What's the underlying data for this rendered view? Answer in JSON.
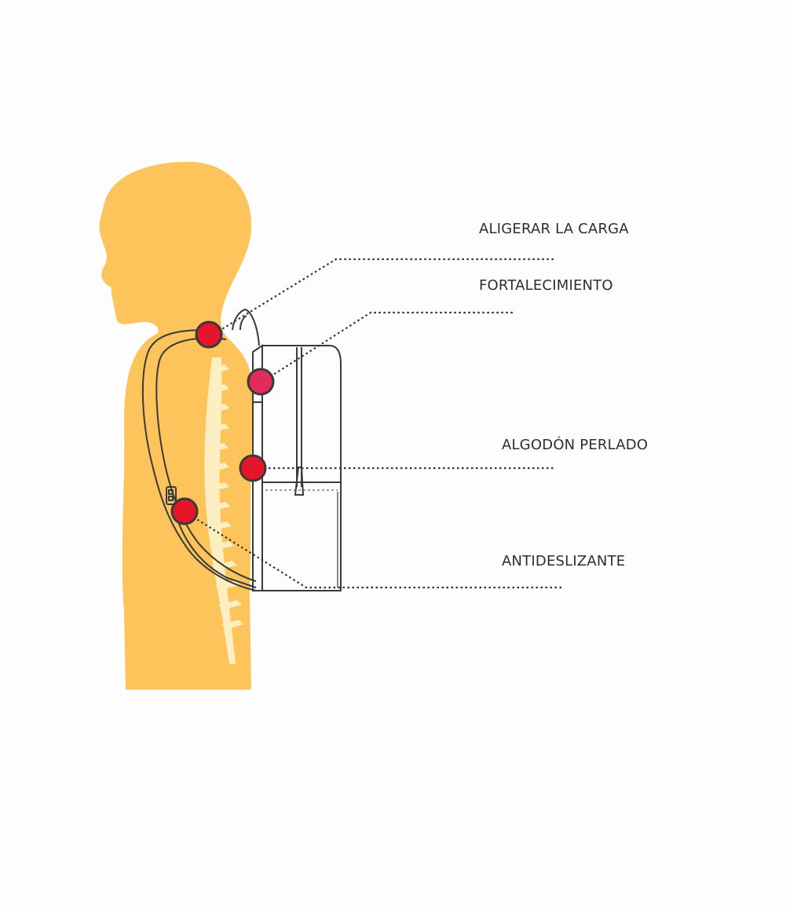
{
  "colors": {
    "background": "#fdfdfd",
    "silhouette": "#fcc45a",
    "spine": "#fff2c9",
    "outline": "#3a3a3a",
    "marker_fill": "#e5162b",
    "marker_fill_alt": "#e32a5c",
    "leader_line": "#333333",
    "label_text": "#2e2e2e"
  },
  "labels": [
    {
      "text": "ALIGERAR LA CARGA"
    },
    {
      "text": "FORTALECIMIENTO"
    },
    {
      "text": "ALGODÓN PERLADO"
    },
    {
      "text": "ANTIDESLIZANTE"
    }
  ],
  "icons": {
    "figure": "person-silhouette-icon",
    "backpack": "backpack-outline-icon",
    "marker": "red-dot-marker-icon"
  }
}
